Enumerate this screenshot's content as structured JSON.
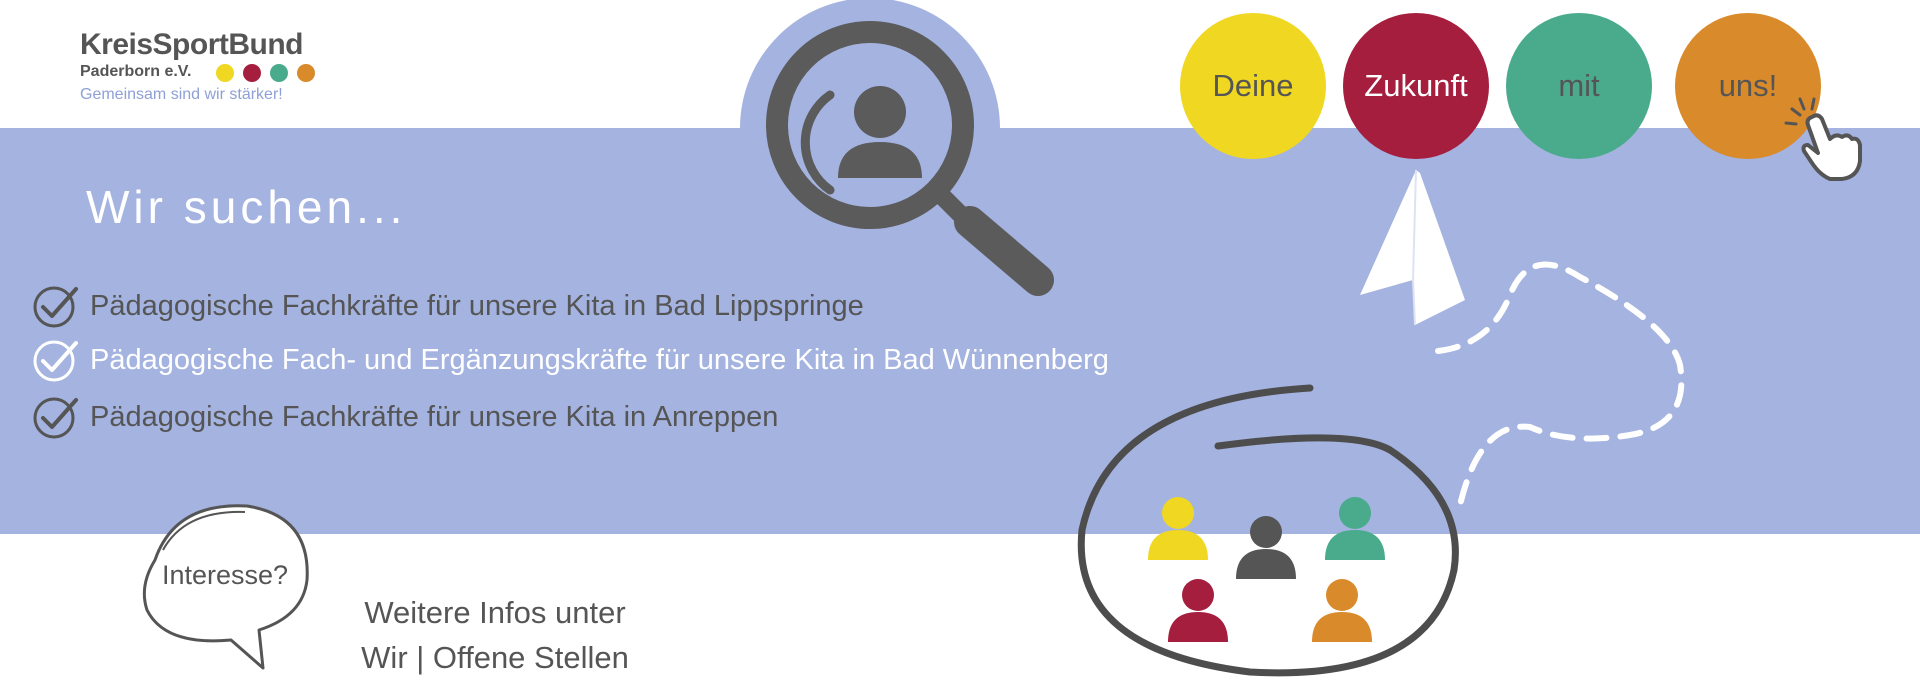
{
  "logo": {
    "title": "KreisSportBund",
    "subtitle": "Paderborn e.V.",
    "tagline": "Gemeinsam sind wir stärker!",
    "dot_colors": [
      "#f0d722",
      "#a51e3e",
      "#4aab8c",
      "#d98a2a"
    ]
  },
  "heading": "Wir suchen...",
  "jobs": [
    {
      "text": "Pädagogische Fachkräfte für unsere Kita in Bad Lippspringe",
      "color": "#555555"
    },
    {
      "text": "Pädagogische Fach- und Ergänzungskräfte für unsere Kita in Bad Wünnenberg",
      "color": "#ffffff"
    },
    {
      "text": "Pädagogische Fachkräfte für unsere Kita in Anreppen",
      "color": "#555555"
    }
  ],
  "slogan": [
    {
      "text": "Deine",
      "bg": "#f0d722",
      "fg": "#555555"
    },
    {
      "text": "Zukunft",
      "bg": "#a51e3e",
      "fg": "#ffffff"
    },
    {
      "text": "mit",
      "bg": "#4aab8c",
      "fg": "#555555"
    },
    {
      "text": "uns!",
      "bg": "#d98a2a",
      "fg": "#555555"
    }
  ],
  "bubble": "Interesse?",
  "info": {
    "line1": "Weitere Infos unter",
    "line2": "Wir | Offene Stellen"
  },
  "colors": {
    "band": "#a4b3e0",
    "dark_gray": "#555555",
    "people": [
      "#f0d722",
      "#555555",
      "#4aab8c",
      "#a51e3e",
      "#d98a2a"
    ]
  }
}
